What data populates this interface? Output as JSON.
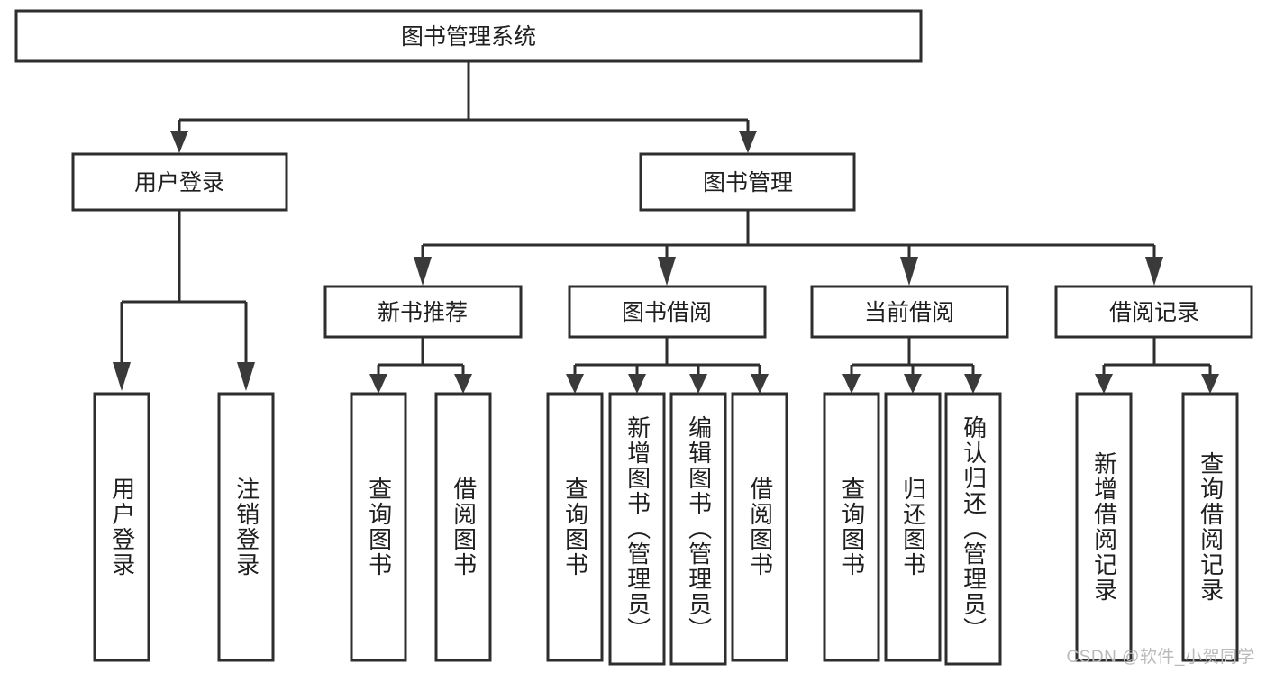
{
  "diagram": {
    "type": "tree-hierarchy",
    "title": "图书管理系统",
    "orientation": "top-down",
    "watermark": "CSDN @软件_小贺同学",
    "levels": [
      {
        "level": 1,
        "nodes": [
          {
            "id": "root",
            "label": "图书管理系统",
            "text_direction": "horizontal"
          }
        ]
      },
      {
        "level": 2,
        "nodes": [
          {
            "id": "user-login",
            "label": "用户登录",
            "text_direction": "horizontal",
            "parent": "root"
          },
          {
            "id": "book-manage",
            "label": "图书管理",
            "text_direction": "horizontal",
            "parent": "root"
          }
        ]
      },
      {
        "level": 3,
        "nodes": [
          {
            "id": "new-book-rec",
            "label": "新书推荐",
            "text_direction": "horizontal",
            "parent": "book-manage"
          },
          {
            "id": "book-borrow",
            "label": "图书借阅",
            "text_direction": "horizontal",
            "parent": "book-manage"
          },
          {
            "id": "current-borrow",
            "label": "当前借阅",
            "text_direction": "horizontal",
            "parent": "book-manage"
          },
          {
            "id": "borrow-record",
            "label": "借阅记录",
            "text_direction": "horizontal",
            "parent": "book-manage"
          }
        ]
      },
      {
        "level": 4,
        "nodes": [
          {
            "id": "leaf-user-login",
            "label": "用户登录",
            "text_direction": "vertical",
            "parent": "user-login"
          },
          {
            "id": "leaf-user-logout",
            "label": "注销登录",
            "text_direction": "vertical",
            "parent": "user-login"
          },
          {
            "id": "leaf-query-book-1",
            "label": "查询图书",
            "text_direction": "vertical",
            "parent": "new-book-rec"
          },
          {
            "id": "leaf-borrow-book-1",
            "label": "借阅图书",
            "text_direction": "vertical",
            "parent": "new-book-rec"
          },
          {
            "id": "leaf-query-book-2",
            "label": "查询图书",
            "text_direction": "vertical",
            "parent": "book-borrow"
          },
          {
            "id": "leaf-add-book",
            "label": "新增图书（管理员）",
            "text_direction": "vertical",
            "parent": "book-borrow"
          },
          {
            "id": "leaf-edit-book",
            "label": "编辑图书（管理员）",
            "text_direction": "vertical",
            "parent": "book-borrow"
          },
          {
            "id": "leaf-borrow-book-2",
            "label": "借阅图书",
            "text_direction": "vertical",
            "parent": "book-borrow"
          },
          {
            "id": "leaf-query-book-3",
            "label": "查询图书",
            "text_direction": "vertical",
            "parent": "current-borrow"
          },
          {
            "id": "leaf-return-book",
            "label": "归还图书",
            "text_direction": "vertical",
            "parent": "current-borrow"
          },
          {
            "id": "leaf-confirm-return",
            "label": "确认归还（管理员）",
            "text_direction": "vertical",
            "parent": "current-borrow"
          },
          {
            "id": "leaf-add-record",
            "label": "新增借阅记录",
            "text_direction": "vertical",
            "parent": "borrow-record"
          },
          {
            "id": "leaf-query-record",
            "label": "查询借阅记录",
            "text_direction": "vertical",
            "parent": "borrow-record"
          }
        ]
      }
    ],
    "colors": {
      "box_fill": "#ffffff",
      "box_stroke": "#2e2e2e",
      "text": "#1f1f1f",
      "connector": "#2e2e2e",
      "watermark": "#b9b9b9",
      "background": "#ffffff"
    }
  }
}
